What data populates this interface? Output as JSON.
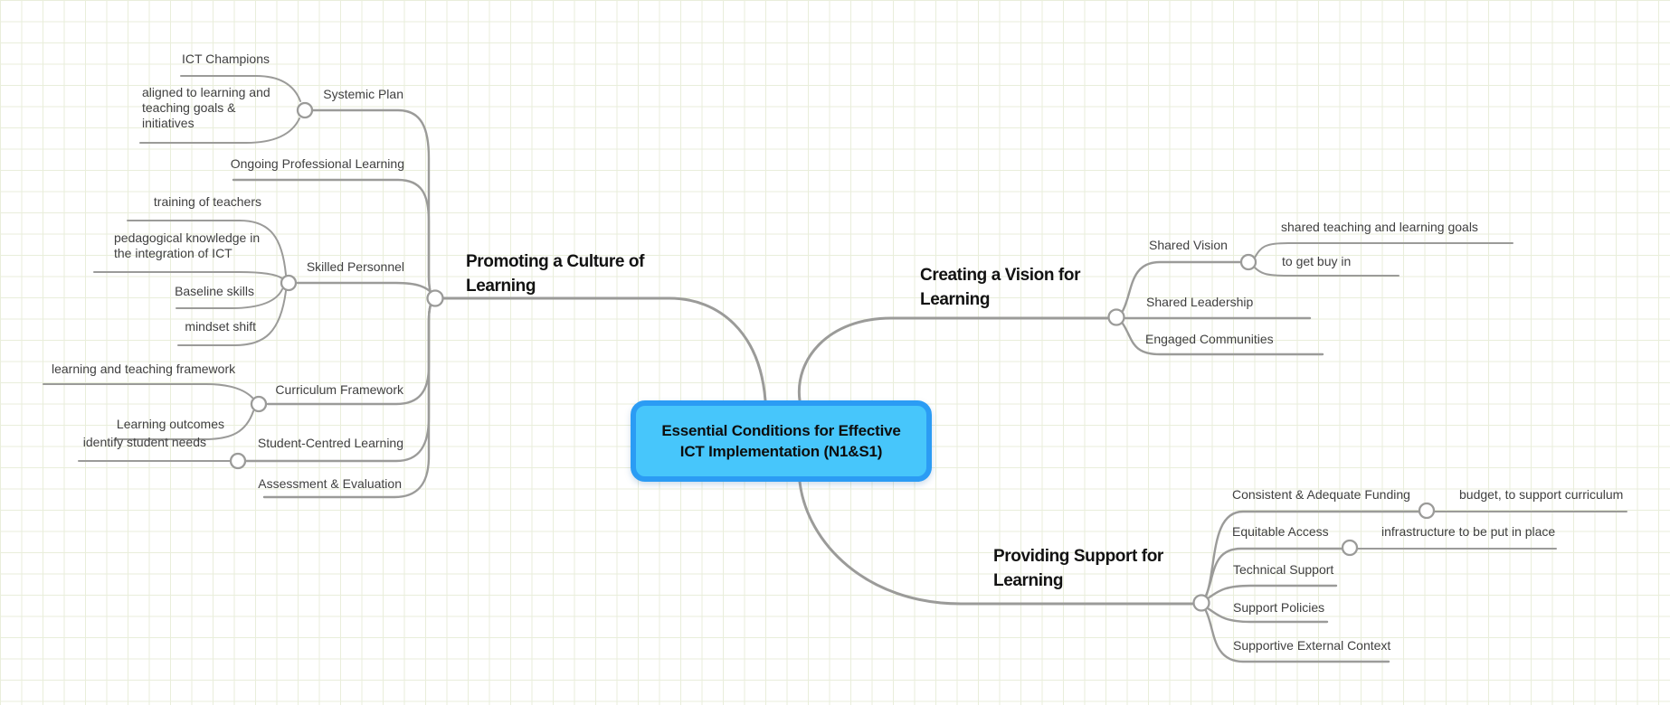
{
  "map": {
    "root": {
      "label_lines": [
        "Essential Conditions for Effective",
        "ICT Implementation (N1&S1)"
      ]
    },
    "colors": {
      "root_fill": "#47c6fb",
      "root_border": "#2b9cf4",
      "connector_gray": "#9b9b99",
      "grid_line": "#e9eedb",
      "background": "#ffffff"
    },
    "branches": [
      {
        "label_lines": [
          "Promoting a Culture of",
          "Learning"
        ],
        "children": [
          {
            "label": "Systemic Plan",
            "children": [
              {
                "label": "ICT Champions"
              },
              {
                "label_lines": [
                  "aligned to learning and",
                  "teaching goals &",
                  "initiatives"
                ]
              }
            ]
          },
          {
            "label": "Ongoing Professional Learning"
          },
          {
            "label": "Skilled Personnel",
            "children": [
              {
                "label": "training of teachers"
              },
              {
                "label_lines": [
                  "pedagogical knowledge in",
                  "the integration of ICT"
                ]
              },
              {
                "label": "Baseline skills"
              },
              {
                "label": "mindset shift"
              }
            ]
          },
          {
            "label": "Curriculum Framework",
            "children": [
              {
                "label": "learning and teaching framework"
              },
              {
                "label": "Learning outcomes"
              }
            ]
          },
          {
            "label": "Student-Centred Learning",
            "children": [
              {
                "label": "identify student needs"
              }
            ]
          },
          {
            "label": "Assessment & Evaluation"
          }
        ]
      },
      {
        "label_lines": [
          "Creating a Vision for",
          "Learning"
        ],
        "children": [
          {
            "label": "Shared Vision",
            "children": [
              {
                "label": "shared teaching and learning goals"
              },
              {
                "label": "to get buy in"
              }
            ]
          },
          {
            "label": "Shared Leadership"
          },
          {
            "label": "Engaged Communities"
          }
        ]
      },
      {
        "label_lines": [
          "Providing Support for",
          "Learning"
        ],
        "children": [
          {
            "label": "Consistent & Adequate Funding",
            "children": [
              {
                "label": "budget, to support curriculum"
              }
            ]
          },
          {
            "label": "Equitable Access",
            "children": [
              {
                "label": "infrastructure to be put in place"
              }
            ]
          },
          {
            "label": "Technical Support"
          },
          {
            "label": "Support Policies"
          },
          {
            "label": "Supportive External Context"
          }
        ]
      }
    ]
  }
}
